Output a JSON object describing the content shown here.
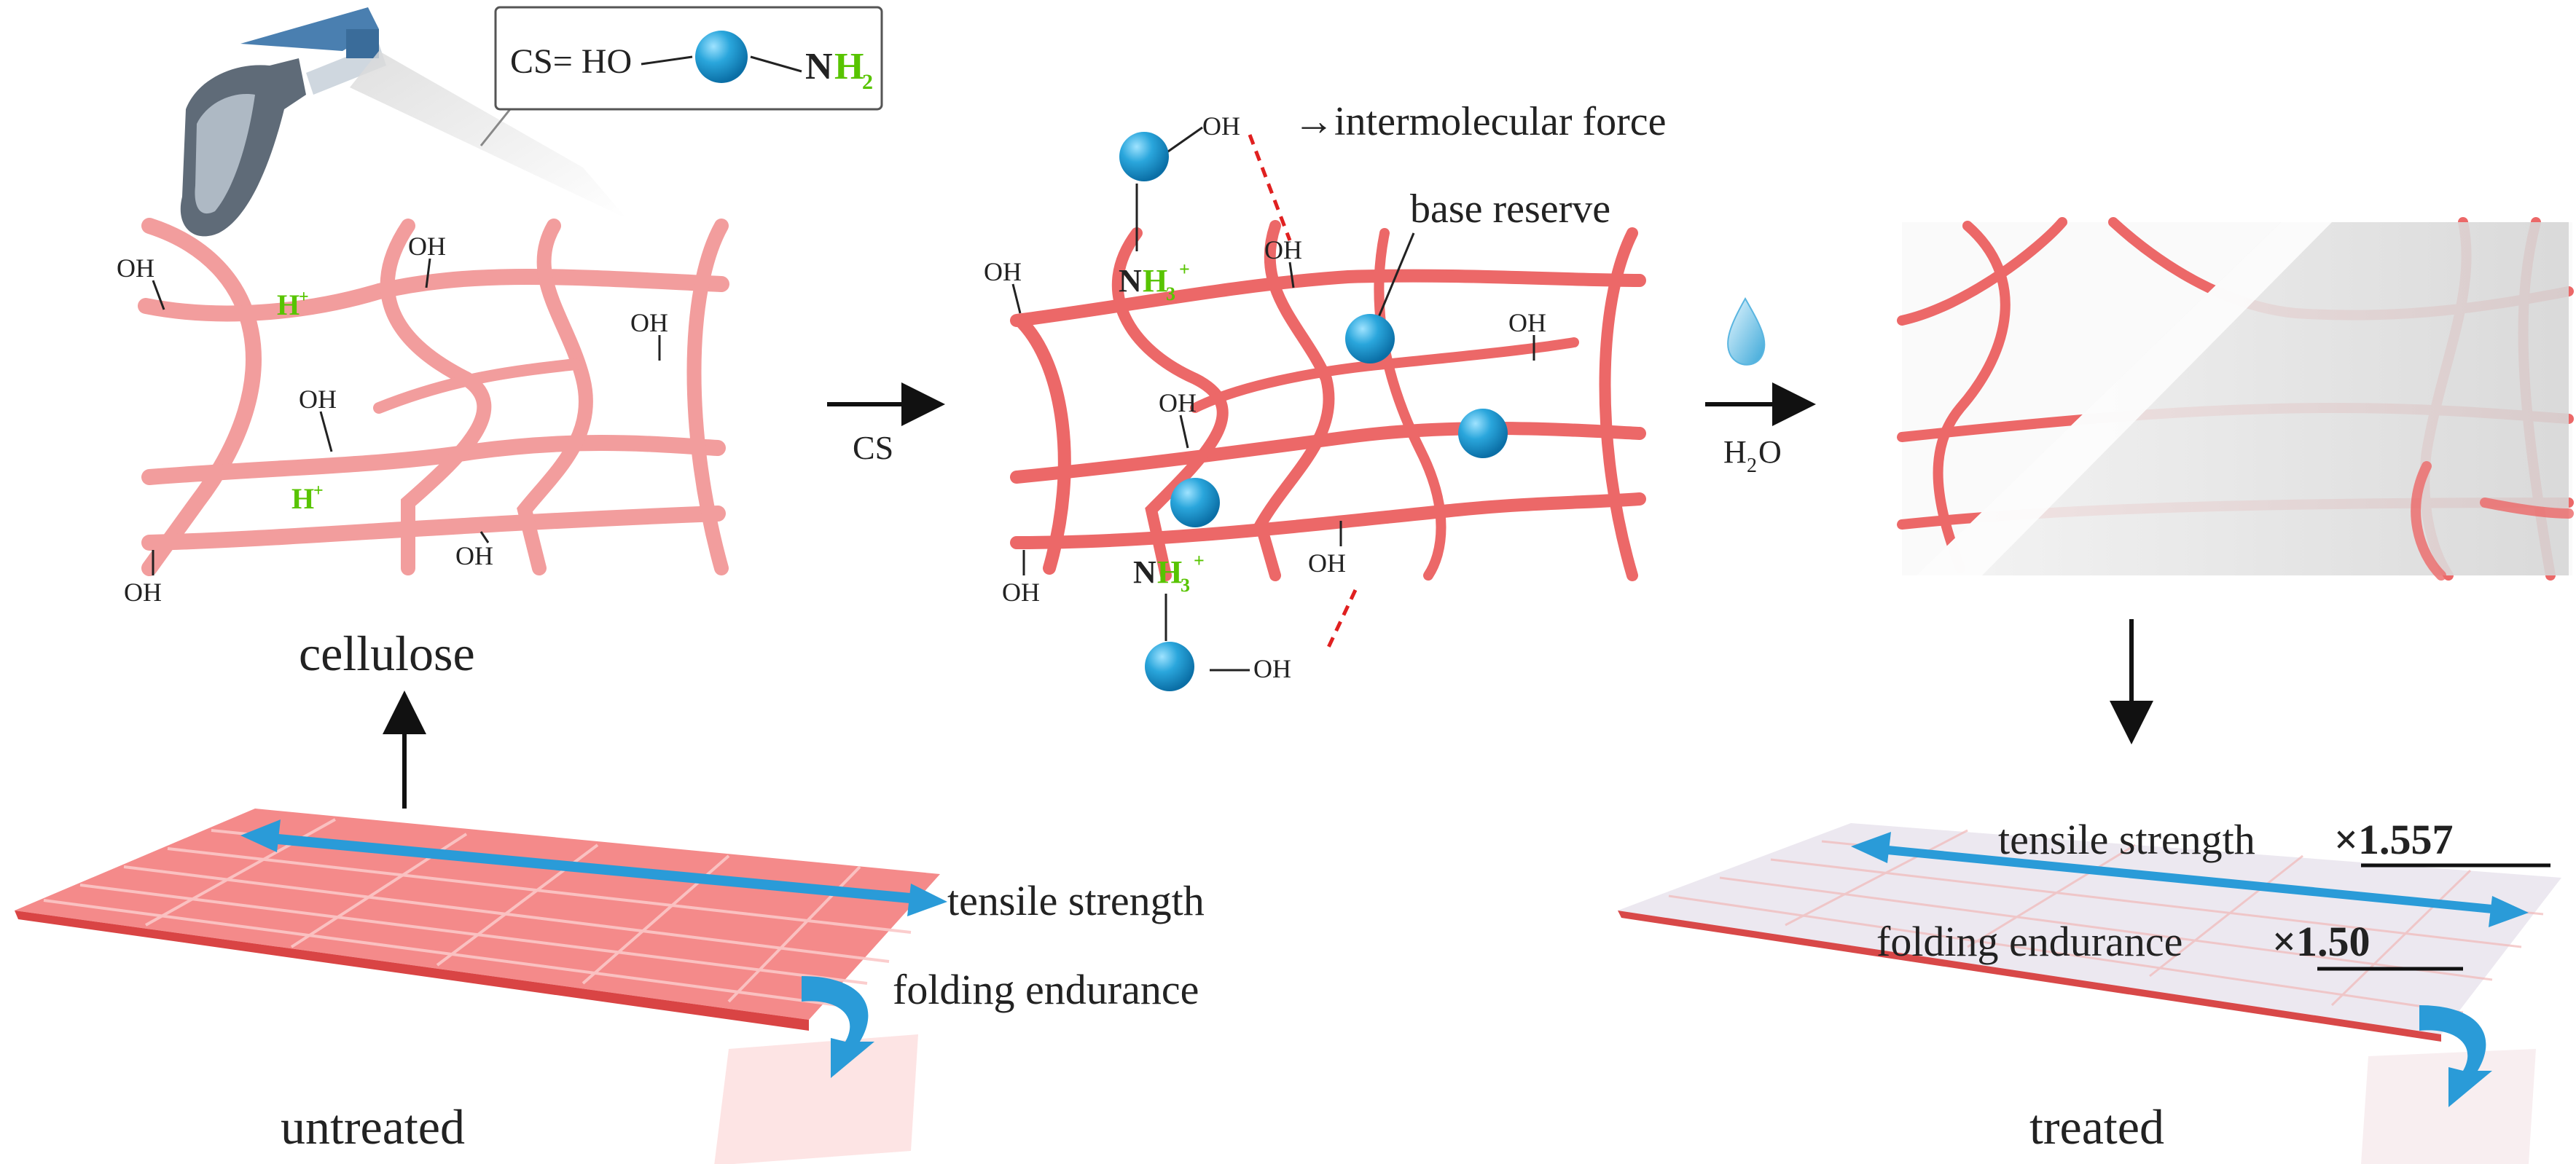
{
  "formula": {
    "prefix": "CS= HO",
    "n": "N",
    "h": "H",
    "sub": "2"
  },
  "panel1": {
    "oh": [
      "OH",
      "OH",
      "OH",
      "OH",
      "OH",
      "OH"
    ],
    "h_plus_1": "H",
    "h_plus_2": "H",
    "plus": "+",
    "caption": "cellulose"
  },
  "arrow1": {
    "label": "CS"
  },
  "panel2": {
    "oh": [
      "OH",
      "OH",
      "OH",
      "OH",
      "OH",
      "OH",
      "OH",
      "OH"
    ],
    "nh3_top": {
      "n": "N",
      "h": "H",
      "sub": "3",
      "sup": "+"
    },
    "nh3_bottom": {
      "n": "N",
      "h": "H",
      "sub": "3",
      "sup": "+"
    },
    "intermolecular": "→intermolecular force",
    "base_reserve": "base reserve"
  },
  "arrow2": {
    "label_h": "H",
    "label_sub": "2",
    "label_o": "O"
  },
  "untreated": {
    "tensile": "tensile strength",
    "folding": "folding endurance",
    "caption": "untreated"
  },
  "treated": {
    "tensile": "tensile strength",
    "tensile_factor": "×1.557",
    "folding": "folding endurance",
    "folding_factor": "×1.50",
    "caption": "treated"
  },
  "colors": {
    "fiber": "#ec6868",
    "accent_blue": "#2a9bd8",
    "green_label": "#58c400",
    "coating": "#e8e8e8"
  },
  "icons": [
    "spray-bottle-icon",
    "water-drop-icon",
    "chitosan-bead-icon"
  ]
}
